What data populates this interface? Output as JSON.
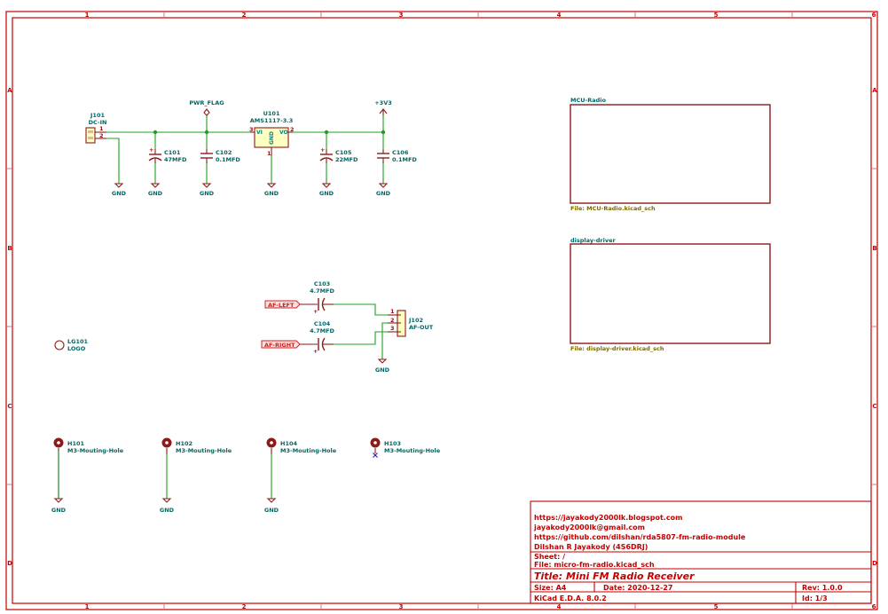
{
  "frame": {
    "columns": [
      "1",
      "2",
      "3",
      "4",
      "5",
      "6"
    ],
    "rows": [
      "A",
      "B",
      "C",
      "D"
    ]
  },
  "power_flags": {
    "pwr_flag": "PWR_FLAG",
    "v3v3": "+3V3",
    "gnd": "GND"
  },
  "components": {
    "j101": {
      "ref": "J101",
      "value": "DC-IN",
      "pins": [
        "1",
        "2"
      ]
    },
    "c101": {
      "ref": "C101",
      "value": "47MFD",
      "polarity": "+"
    },
    "c102": {
      "ref": "C102",
      "value": "0.1MFD"
    },
    "u101": {
      "ref": "U101",
      "value": "AMS1117-3.3",
      "pin_vi": "VI",
      "pin_vo": "VO",
      "pin_gnd": "GND",
      "pin_nums": [
        "3",
        "2",
        "1"
      ]
    },
    "c105": {
      "ref": "C105",
      "value": "22MFD",
      "polarity": "+"
    },
    "c106": {
      "ref": "C106",
      "value": "0.1MFD"
    },
    "c103": {
      "ref": "C103",
      "value": "4.7MFD",
      "polarity": "+"
    },
    "c104": {
      "ref": "C104",
      "value": "4.7MFD",
      "polarity": "+"
    },
    "j102": {
      "ref": "J102",
      "value": "AF-OUT",
      "pins": [
        "1",
        "2",
        "3"
      ]
    },
    "lg101": {
      "ref": "LG101",
      "value": "LOGO"
    },
    "h101": {
      "ref": "H101",
      "value": "M3-Mouting-Hole"
    },
    "h102": {
      "ref": "H102",
      "value": "M3-Mouting-Hole"
    },
    "h104": {
      "ref": "H104",
      "value": "M3-Mouting-Hole"
    },
    "h103": {
      "ref": "H103",
      "value": "M3-Mouting-Hole"
    }
  },
  "net_labels": {
    "af_left": "AF-LEFT",
    "af_right": "AF-RIGHT"
  },
  "sheets": [
    {
      "name": "MCU-Radio",
      "file": "File: MCU-Radio.kicad_sch"
    },
    {
      "name": "display-driver",
      "file": "File: display-driver.kicad_sch"
    }
  ],
  "title_block": {
    "comments": [
      "https://jayakody2000lk.blogspot.com",
      "jayakody2000lk@gmail.com",
      "https://github.com/dilshan/rda5807-fm-radio-module",
      "Dilshan R Jayakody (4S6DRJ)"
    ],
    "sheet": "Sheet: /",
    "file": "File: micro-fm-radio.kicad_sch",
    "title": "Title: Mini FM Radio Receiver",
    "size": "Size: A4",
    "date": "Date: 2020-12-27",
    "rev": "Rev: 1.0.0",
    "tool": "KiCad E.D.A. 8.0.2",
    "id": "Id: 1/3"
  }
}
